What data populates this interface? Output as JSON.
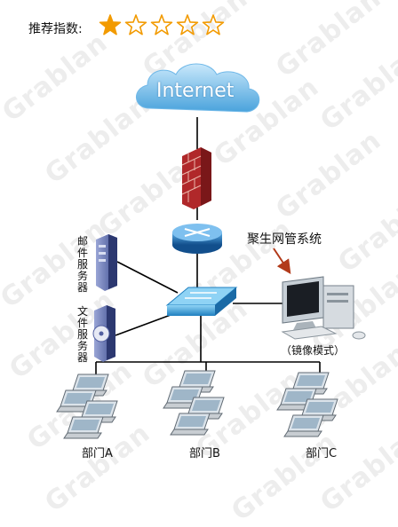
{
  "rating": {
    "label": "推荐指数:",
    "filled": 1,
    "total": 5,
    "star_color": "#f29a00"
  },
  "diagram": {
    "internet_label": "Internet",
    "mgmt_system_label": "聚生网管系统",
    "mirror_mode_label": "（镜像模式）",
    "mail_server_label": "邮件服务器",
    "file_server_label": "文件服务器",
    "departments": [
      "部门A",
      "部门B",
      "部门C"
    ]
  },
  "watermark": {
    "text": "Grablan"
  },
  "colors": {
    "cloud": "#6fb8e8",
    "firewall": "#b0282a",
    "router": "#1d6fb3",
    "switch": "#3da0d8",
    "arrow": "#b23a1a",
    "line": "#000000"
  }
}
